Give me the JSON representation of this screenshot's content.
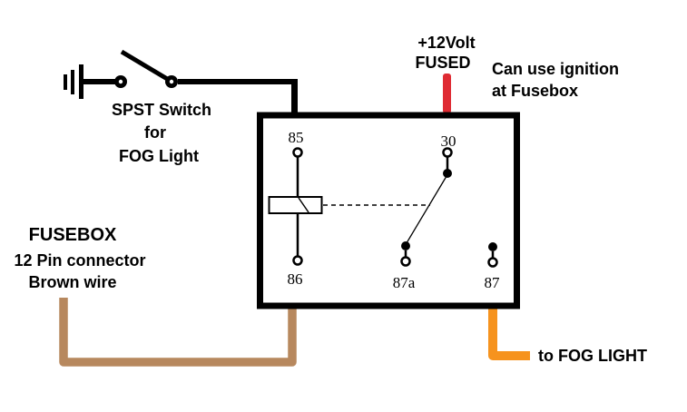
{
  "colors": {
    "wire_black": "#000000",
    "wire_red": "#df2b33",
    "wire_brown": "#b7885e",
    "wire_orange": "#f6931e",
    "background": "#ffffff"
  },
  "switch_label": {
    "line1": "SPST Switch",
    "line2": "for",
    "line3": "FOG Light"
  },
  "supply_label": {
    "line1": "+12Volt",
    "line2": "FUSED"
  },
  "ignition_note": {
    "line1": "Can use ignition",
    "line2": "at Fusebox"
  },
  "fusebox_label": {
    "line1": "FUSEBOX",
    "line2": "12 Pin connector",
    "line3": "Brown wire"
  },
  "output_label": {
    "text": "to FOG LIGHT"
  },
  "relay": {
    "pin_85": "85",
    "pin_86": "86",
    "pin_30": "30",
    "pin_87a": "87a",
    "pin_87": "87"
  }
}
